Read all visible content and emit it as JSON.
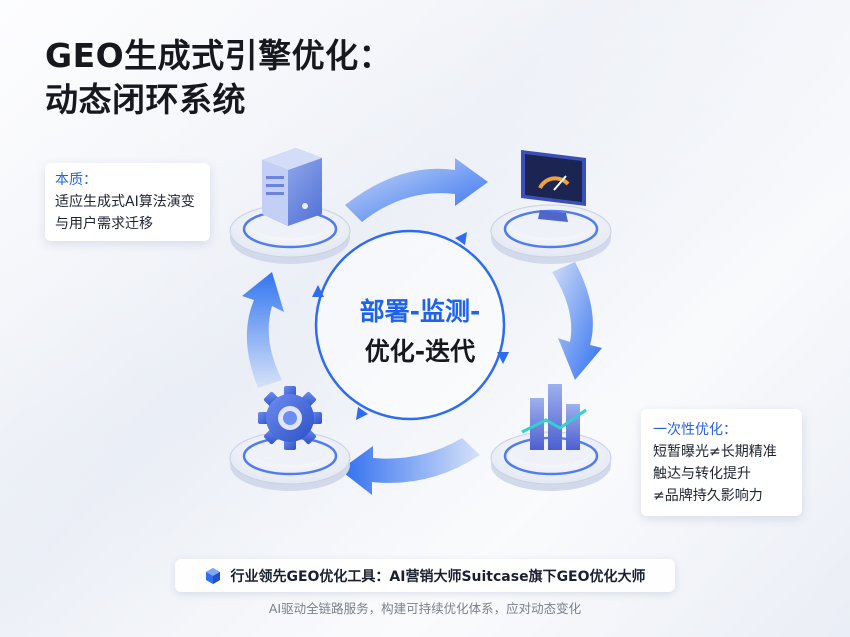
{
  "title": {
    "line1": "GEO生成式引擎优化：",
    "line2": "动态闭环系统"
  },
  "notes": {
    "essence": {
      "head": "本质：",
      "body": "适应生成式AI算法演变与用户需求迁移"
    },
    "one_time": {
      "head": "一次性优化：",
      "lines": [
        "短暂曝光≠长期精准",
        "触达与转化提升",
        "≠品牌持久影响力"
      ]
    }
  },
  "center": {
    "line1": "部署-监测-",
    "line2": "优化-迭代"
  },
  "nodes": [
    {
      "icon": "server-icon"
    },
    {
      "icon": "monitor-gauge-icon"
    },
    {
      "icon": "bar-chart-icon"
    },
    {
      "icon": "gear-icon"
    }
  ],
  "banner": {
    "text": "行业领先GEO优化工具：AI营销大师Suitcase旗下GEO优化大师",
    "icon": "cube-logo-icon"
  },
  "footer": "AI驱动全链路服务，构建可持续优化体系，应对动态变化",
  "colors": {
    "accent": "#1e63e9",
    "arrow": "#3b7bf0",
    "platform": "#e7eaf4"
  }
}
